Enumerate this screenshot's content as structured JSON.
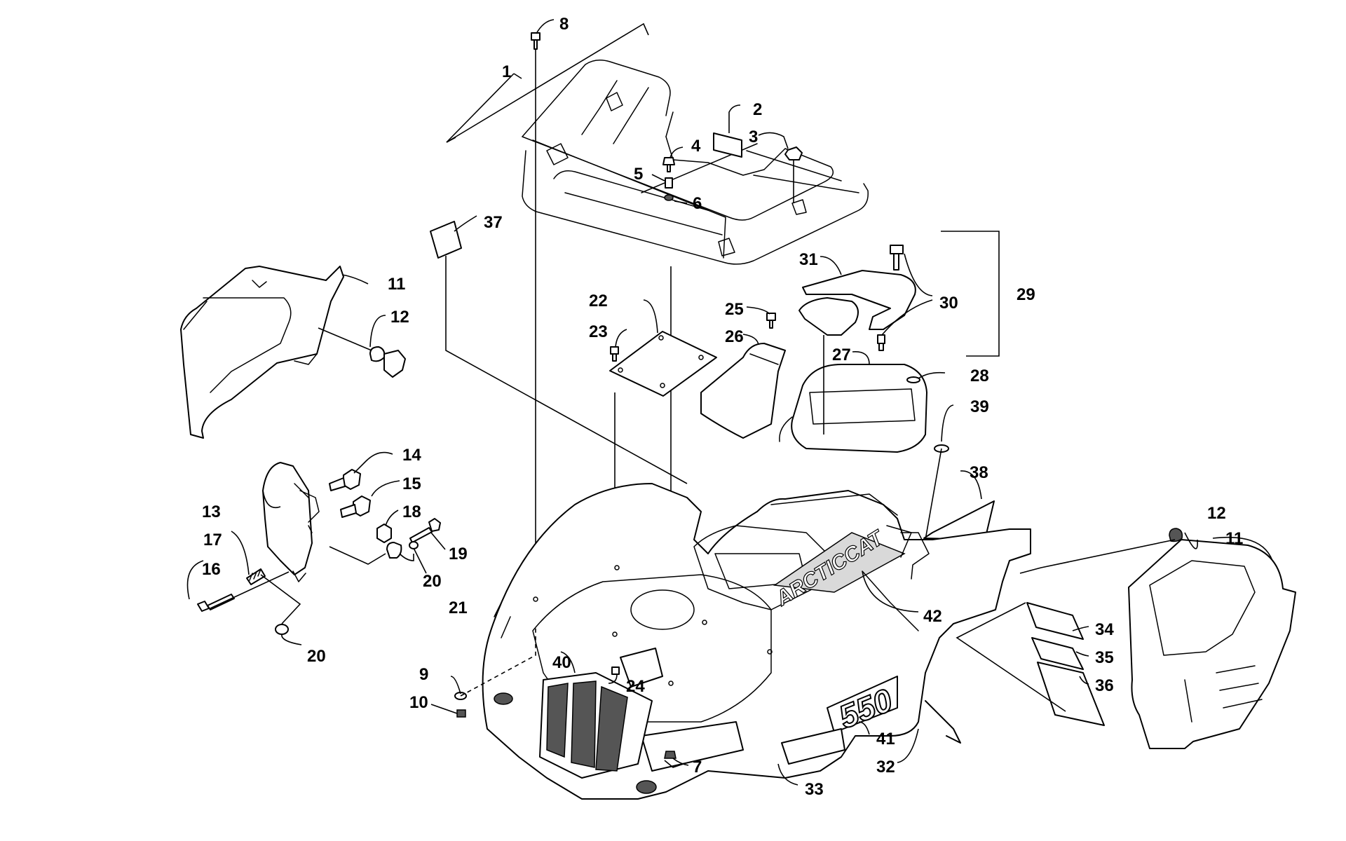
{
  "labels": {
    "l1": "1",
    "l2": "2",
    "l3": "3",
    "l4": "4",
    "l5": "5",
    "l6": "6",
    "l7": "7",
    "l8": "8",
    "l9": "9",
    "l10": "10",
    "l11a": "11",
    "l11b": "11",
    "l12a": "12",
    "l12b": "12",
    "l13": "13",
    "l14": "14",
    "l15": "15",
    "l16": "16",
    "l17": "17",
    "l18": "18",
    "l19": "19",
    "l20a": "20",
    "l20b": "20",
    "l21": "21",
    "l22": "22",
    "l23": "23",
    "l24": "24",
    "l25": "25",
    "l26": "26",
    "l27": "27",
    "l28": "28",
    "l29": "29",
    "l30": "30",
    "l31": "31",
    "l32": "32",
    "l33": "33",
    "l34": "34",
    "l35": "35",
    "l36": "36",
    "l37": "37",
    "l38": "38",
    "l39": "39",
    "l40": "40",
    "l41": "41",
    "l42": "42"
  },
  "decals": {
    "side_decal_text": "ARCTICCAT",
    "model_text": "550"
  }
}
